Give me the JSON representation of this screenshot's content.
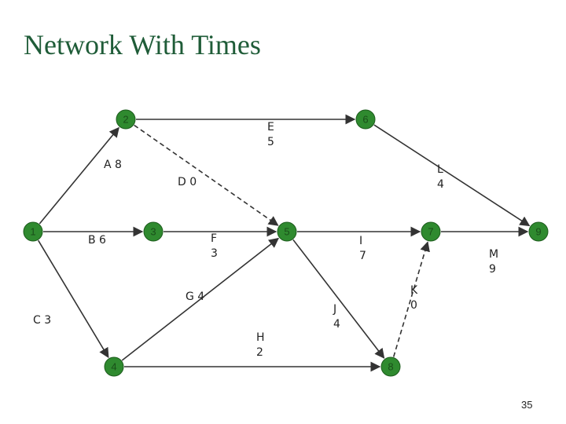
{
  "title": "Network With Times",
  "page_number": "35",
  "colors": {
    "title": "#1f5c38",
    "node": "#2f8a2f",
    "edge": "#333333"
  },
  "nodes": [
    {
      "id": "n1",
      "label": "1"
    },
    {
      "id": "n2",
      "label": "2"
    },
    {
      "id": "n3",
      "label": "3"
    },
    {
      "id": "n4",
      "label": "4"
    },
    {
      "id": "n5",
      "label": "5"
    },
    {
      "id": "n6",
      "label": "6"
    },
    {
      "id": "n7",
      "label": "7"
    },
    {
      "id": "n8",
      "label": "8"
    },
    {
      "id": "n9",
      "label": "9"
    }
  ],
  "edges": [
    {
      "id": "A",
      "from": "n1",
      "to": "n2",
      "name": "A",
      "time": "8",
      "dashed": false
    },
    {
      "id": "B",
      "from": "n1",
      "to": "n3",
      "name": "B",
      "time": "6",
      "dashed": false
    },
    {
      "id": "C",
      "from": "n1",
      "to": "n4",
      "name": "C",
      "time": "3",
      "dashed": false
    },
    {
      "id": "D",
      "from": "n2",
      "to": "n5",
      "name": "D",
      "time": "0",
      "dashed": true
    },
    {
      "id": "E",
      "from": "n2",
      "to": "n6",
      "name": "E",
      "time": "5",
      "dashed": false
    },
    {
      "id": "F",
      "from": "n3",
      "to": "n5",
      "name": "F",
      "time": "3",
      "dashed": false
    },
    {
      "id": "G",
      "from": "n4",
      "to": "n5",
      "name": "G",
      "time": "4",
      "dashed": false
    },
    {
      "id": "H",
      "from": "n4",
      "to": "n8",
      "name": "H",
      "time": "2",
      "dashed": false
    },
    {
      "id": "I",
      "from": "n5",
      "to": "n7",
      "name": "I",
      "time": "7",
      "dashed": false
    },
    {
      "id": "J",
      "from": "n5",
      "to": "n8",
      "name": "J",
      "time": "4",
      "dashed": false
    },
    {
      "id": "K",
      "from": "n8",
      "to": "n7",
      "name": "K",
      "time": "0",
      "dashed": true
    },
    {
      "id": "L",
      "from": "n6",
      "to": "n9",
      "name": "L",
      "time": "4",
      "dashed": false
    },
    {
      "id": "M",
      "from": "n7",
      "to": "n9",
      "name": "M",
      "time": "9",
      "dashed": false
    }
  ]
}
